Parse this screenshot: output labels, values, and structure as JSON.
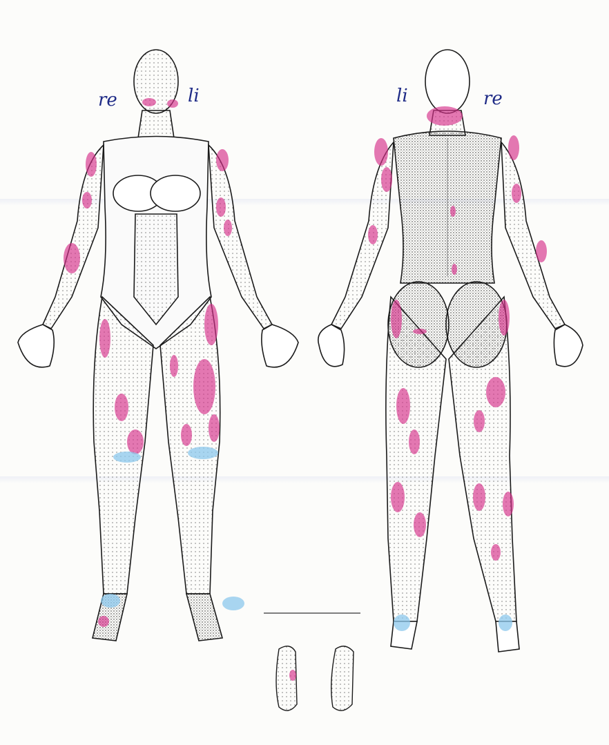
{
  "front_view": {
    "label_left": "re",
    "label_right": "li"
  },
  "back_view": {
    "label_left": "li",
    "label_right": "re"
  },
  "colors": {
    "paper": "#fcfcfa",
    "ink": "#1a1a1a",
    "pain_marker": "#d6308a",
    "cold_marker": "#8cc8ec",
    "handwriting": "#1e2a86"
  }
}
